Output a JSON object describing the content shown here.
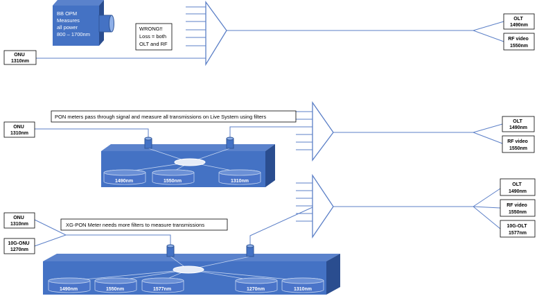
{
  "opm": {
    "lines": [
      "BB OPM",
      "Measures",
      "all power",
      "800 – 1700nm"
    ]
  },
  "note_wrong": {
    "lines": [
      "WRONG!!",
      "Loss = both",
      "OLT and RF"
    ]
  },
  "callout_pon": "PON meters pass through signal and measure all transmissions on Live System using filters",
  "callout_xgpon": "XG-PON Meter needs more filters to measure transmissions",
  "sec1": {
    "onu": [
      "ONU",
      "1310nm"
    ],
    "olt": [
      "OLT",
      "1490nm"
    ],
    "rf": [
      "RF video",
      "1550nm"
    ]
  },
  "sec2": {
    "onu": [
      "ONU",
      "1310nm"
    ],
    "olt": [
      "OLT",
      "1490nm"
    ],
    "rf": [
      "RF video",
      "1550nm"
    ],
    "filters": [
      "1490nm",
      "1550nm",
      "1310nm"
    ]
  },
  "sec3": {
    "onu": [
      "ONU",
      "1310nm"
    ],
    "onu10g": [
      "10G-ONU",
      "1270nm"
    ],
    "olt": [
      "OLT",
      "1490nm"
    ],
    "rf": [
      "RF video",
      "1550nm"
    ],
    "olt10g": [
      "10G-OLT",
      "1577nm"
    ],
    "filters": [
      "1490nm",
      "1550nm",
      "1577nm",
      "1270nm",
      "1310nm"
    ]
  },
  "colors": {
    "box": "#4472c4",
    "box_dark": "#2f5597",
    "box_side": "#2a4d8f",
    "line": "#5b7fc7",
    "disk": "#5a82cc"
  }
}
